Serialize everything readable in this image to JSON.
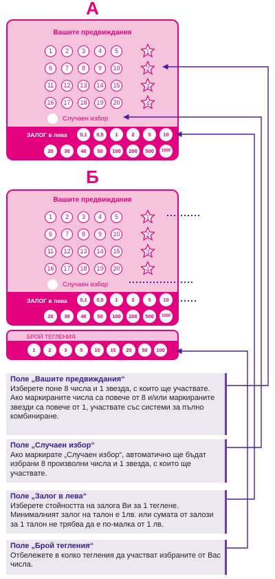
{
  "tickets": [
    {
      "letter": "А",
      "title": "Вашите предвиждания",
      "numbers": [
        "1",
        "2",
        "3",
        "4",
        "5",
        "6",
        "7",
        "8",
        "9",
        "10",
        "11",
        "12",
        "13",
        "14",
        "15",
        "16",
        "17",
        "18",
        "19",
        "20"
      ],
      "stars": [
        "1",
        "2",
        "3",
        "4"
      ],
      "random_label": "Случаен избор",
      "stake_label": "ЗАЛОГ в лева",
      "stakes_row1": [
        "0,1",
        "0,5",
        "1",
        "2",
        "5",
        "10"
      ],
      "stakes_row2": [
        "20",
        "30",
        "40",
        "50",
        "100",
        "200",
        "500",
        "1000"
      ]
    },
    {
      "letter": "Б",
      "title": "Вашите предвиждания",
      "numbers": [
        "1",
        "2",
        "3",
        "4",
        "5",
        "6",
        "7",
        "8",
        "9",
        "10",
        "11",
        "12",
        "13",
        "14",
        "15",
        "16",
        "17",
        "18",
        "19",
        "20"
      ],
      "stars": [
        "1",
        "2",
        "3",
        "4"
      ],
      "random_label": "Случаен избор",
      "stake_label": "ЗАЛОГ в лева",
      "stakes_row1": [
        "0,1",
        "0,5",
        "1",
        "2",
        "5",
        "10"
      ],
      "stakes_row2": [
        "20",
        "30",
        "40",
        "50",
        "100",
        "200",
        "500",
        "1000"
      ]
    }
  ],
  "draws": {
    "label": "БРОЙ ТЕГЛЕНИЯ",
    "options": [
      "1",
      "2",
      "3",
      "5",
      "10",
      "15",
      "20",
      "50",
      "100"
    ]
  },
  "info": [
    {
      "head": "Поле „Вашите предвиждания“",
      "body": "Изберете поне 8 числа и 1 звезда, с които ще участвате. Ако маркираните числа са повече от 8 и/или маркираните звезди са повече от 1, участвате със системи за пълно комбиниране."
    },
    {
      "head": "Поле „Случаен избор“",
      "body": "Ако маркирате „Случаен избор“,  автоматично ще бъдат избрани 8 произволни числа и 1 звезда, с които ще участвате."
    },
    {
      "head": "Поле „Залог в лева“",
      "body": "Изберете стойността на залога Ви за 1 теглене. Минималният залог на талон е 1лв. или сумата от залози за 1 талон не трябва да е по-малка от 1 лв."
    },
    {
      "head": "Поле „Брой тегления“",
      "body": "Отбележете в колко тегления да участват избраните от Вас числа."
    }
  ],
  "colors": {
    "accent": "#e3017f",
    "pink_light": "#f6c3dc",
    "arrow": "#4b1f9a",
    "info_bg": "#ece7f1"
  }
}
